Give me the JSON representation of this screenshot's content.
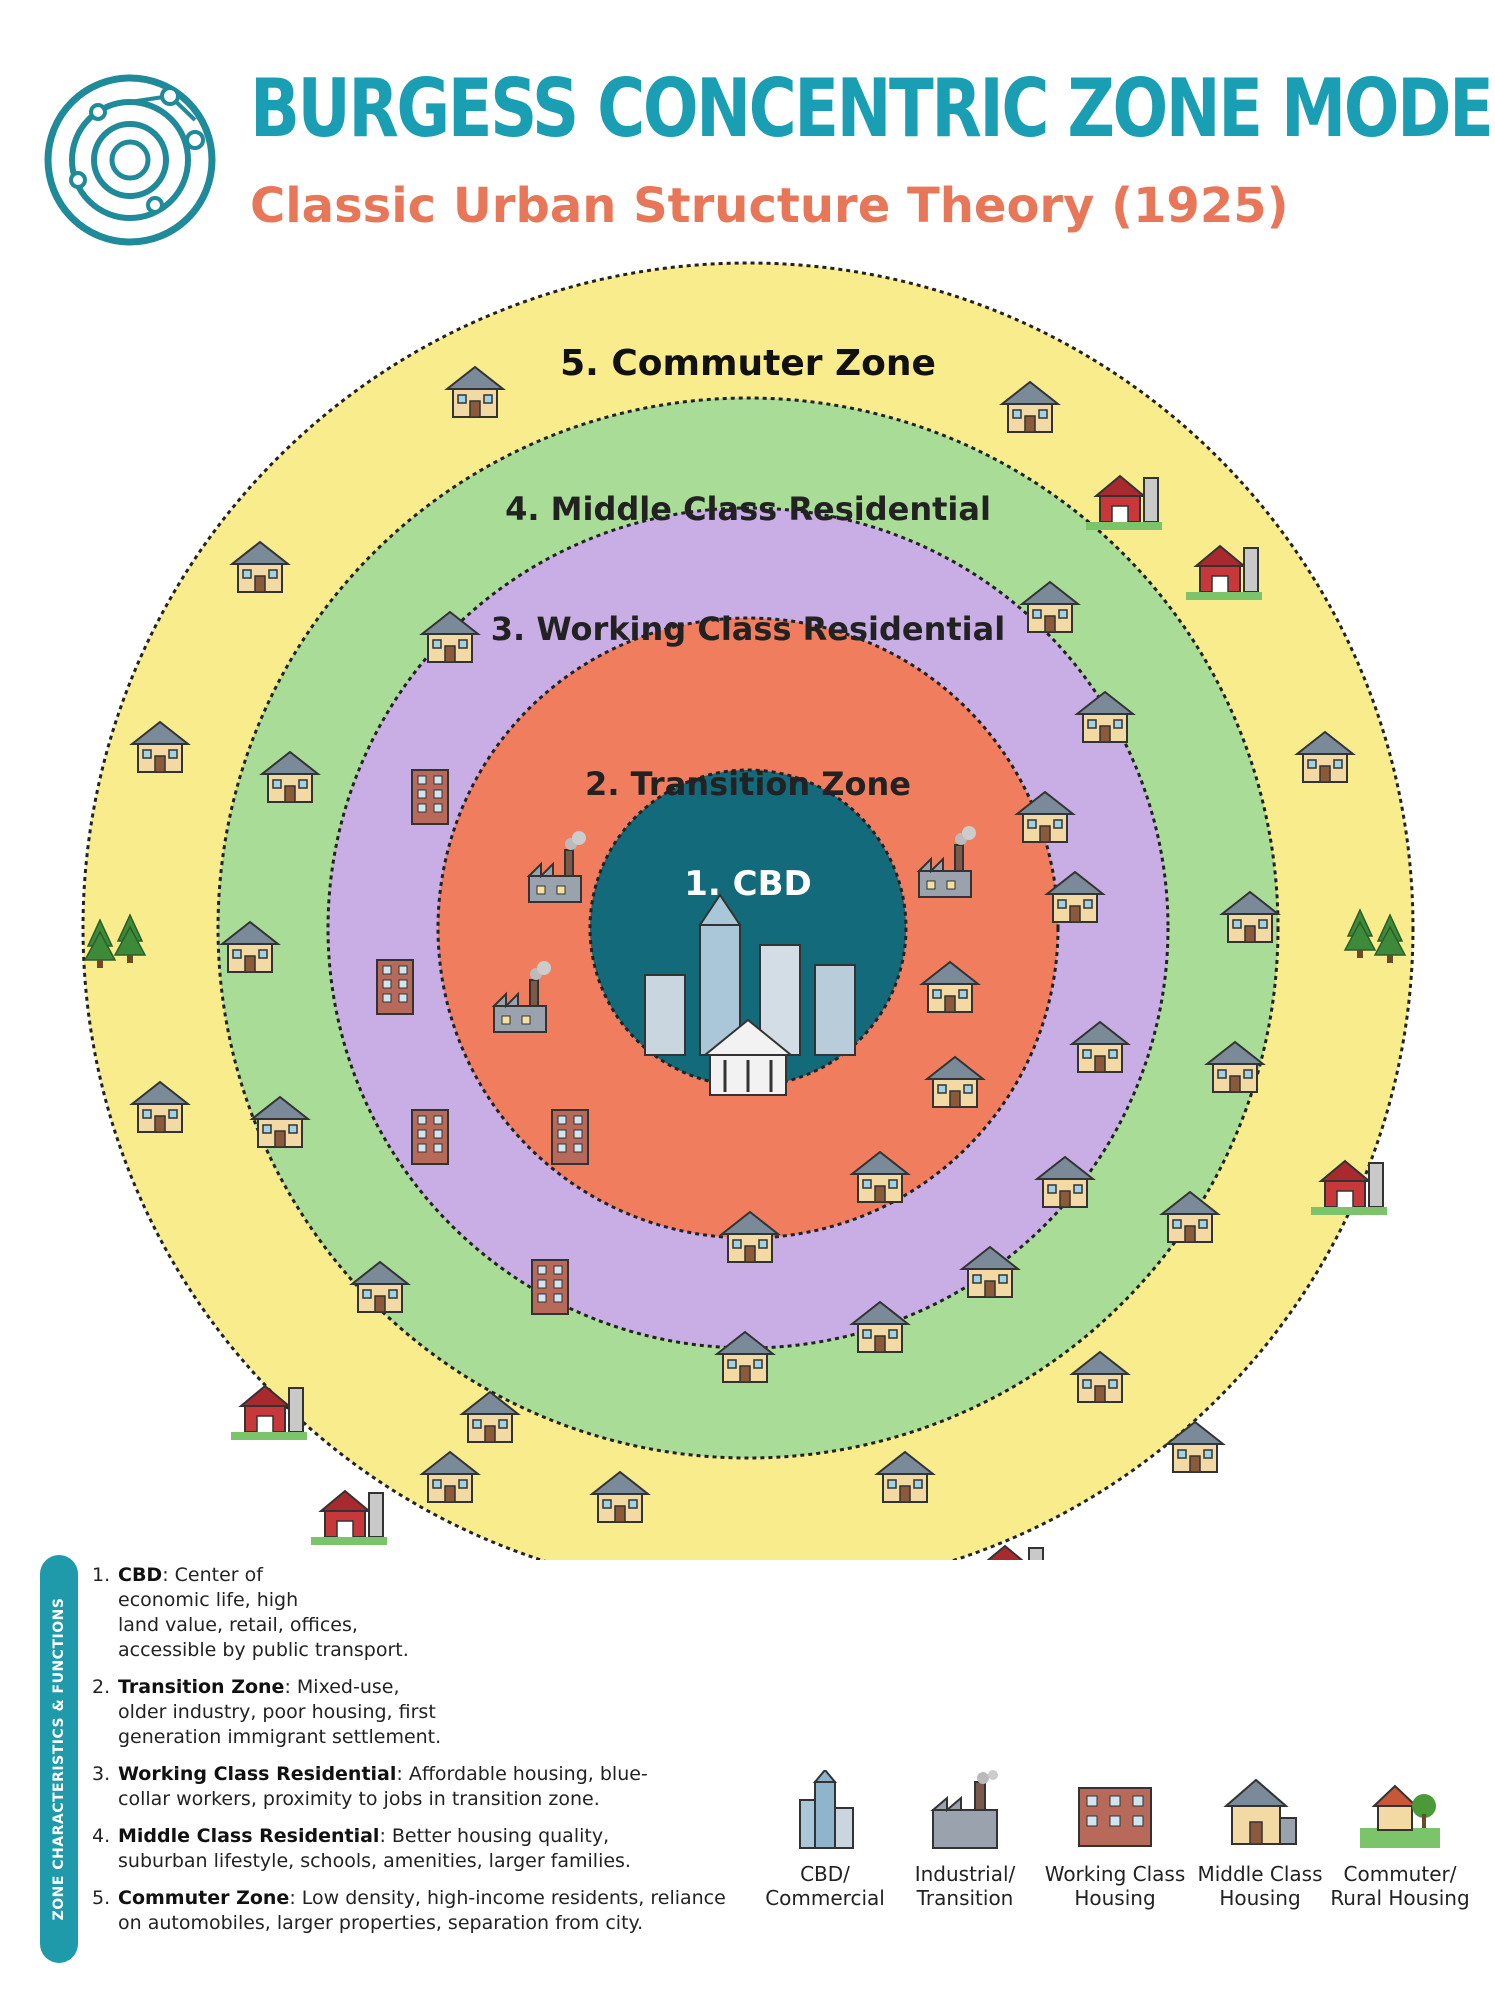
{
  "title": "BURGESS CONCENTRIC ZONE MODEL",
  "subtitle": "Classic Urban Structure Theory (1925)",
  "zones": [
    {
      "label": "1. CBD",
      "color": "#136a7a"
    },
    {
      "label": "2. Transition Zone",
      "color": "#f07d5e"
    },
    {
      "label": "3. Working Class Residential",
      "color": "#c9aee6"
    },
    {
      "label": "4. Middle Class Residential",
      "color": "#a9dc96"
    },
    {
      "label": "5. Commuter Zone",
      "color": "#f8ec8c"
    }
  ],
  "side_tab": "ZONE CHARACTERISTICS & FUNCTIONS",
  "characteristics": [
    {
      "num": "1.",
      "name": "CBD",
      "desc": ": Center of\neconomic life, high\nland value, retail, offices,\naccessible by public transport."
    },
    {
      "num": "2.",
      "name": "Transition Zone",
      "desc": ": Mixed-use,\nolder industry, poor housing, first\ngeneration immigrant settlement."
    },
    {
      "num": "3.",
      "name": "Working Class Residential",
      "desc": ": Affordable housing, blue-\ncollar workers, proximity to jobs in transition zone."
    },
    {
      "num": "4.",
      "name": "Middle Class Residential",
      "desc": ": Better housing quality,\nsuburban lifestyle, schools, amenities, larger families."
    },
    {
      "num": "5.",
      "name": "Commuter Zone",
      "desc": ": Low density, high-income residents, reliance\non automobiles, larger properties, separation from city."
    }
  ],
  "legend": [
    {
      "icon": "skyscraper-icon",
      "label": "CBD/\nCommercial"
    },
    {
      "icon": "factory-icon",
      "label": "Industrial/\nTransition"
    },
    {
      "icon": "rowhouse-icon",
      "label": "Working Class\nHousing"
    },
    {
      "icon": "house-icon",
      "label": "Middle Class\nHousing"
    },
    {
      "icon": "farmhouse-icon",
      "label": "Commuter/\nRural Housing"
    }
  ],
  "colors": {
    "title": "#1a9eb3",
    "subtitle": "#e8775a",
    "side_tab": "#1f9aab"
  }
}
